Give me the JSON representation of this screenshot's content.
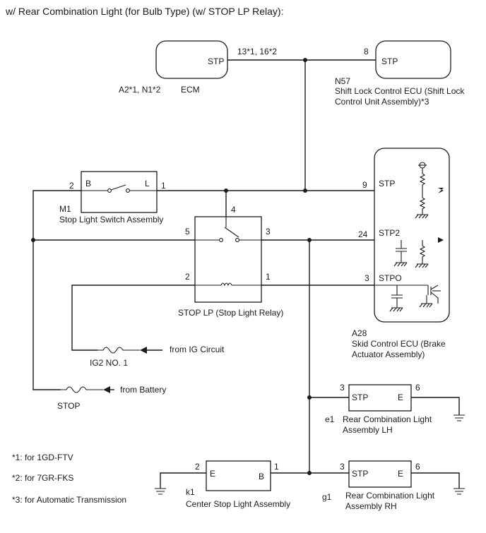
{
  "title": "w/ Rear Combination Light (for Bulb Type) (w/ STOP LP Relay):",
  "ecm": {
    "terminal": "STP",
    "pin": "13*1, 16*2",
    "code": "A2*1, N1*2",
    "name": "ECM"
  },
  "shift_lock_ecu": {
    "terminal": "STP",
    "pin": "8",
    "code": "N57",
    "name_line1": "Shift Lock Control ECU (Shift Lock",
    "name_line2": "Control Unit Assembly)*3"
  },
  "stop_light_switch": {
    "terminal_left": "B",
    "terminal_right": "L",
    "pin_left": "2",
    "pin_right": "1",
    "code": "M1",
    "name": "Stop Light Switch Assembly"
  },
  "stop_relay": {
    "pin_top": "4",
    "pin_left_upper": "5",
    "pin_right_upper": "3",
    "pin_left_lower": "2",
    "pin_right_lower": "1",
    "name": "STOP LP (Stop Light Relay)"
  },
  "skid_ecu": {
    "terminal1": "STP",
    "pin1": "9",
    "terminal2": "STP2",
    "pin2": "24",
    "terminal3": "STPO",
    "pin3": "3",
    "code": "A28",
    "name_line1": "Skid Control ECU (Brake",
    "name_line2": "Actuator Assembly)"
  },
  "fuse_ig2": {
    "name": "IG2 NO. 1",
    "source": "from IG Circuit"
  },
  "fuse_stop": {
    "name": "STOP",
    "source": "from Battery"
  },
  "rear_light_lh": {
    "terminal_left": "STP",
    "terminal_right": "E",
    "pin_left": "3",
    "pin_right": "6",
    "code": "e1",
    "name_line1": "Rear Combination Light",
    "name_line2": "Assembly LH"
  },
  "rear_light_rh": {
    "terminal_left": "STP",
    "terminal_right": "E",
    "pin_left": "3",
    "pin_right": "6",
    "code": "g1",
    "name_line1": "Rear Combination Light",
    "name_line2": "Assembly RH"
  },
  "center_stop_light": {
    "terminal_left": "E",
    "terminal_right": "B",
    "pin_left": "2",
    "pin_right": "1",
    "code": "k1",
    "name": "Center Stop Light Assembly"
  },
  "notes": [
    "*1: for 1GD-FTV",
    "*2: for 7GR-FKS",
    "*3: for Automatic Transmission"
  ]
}
